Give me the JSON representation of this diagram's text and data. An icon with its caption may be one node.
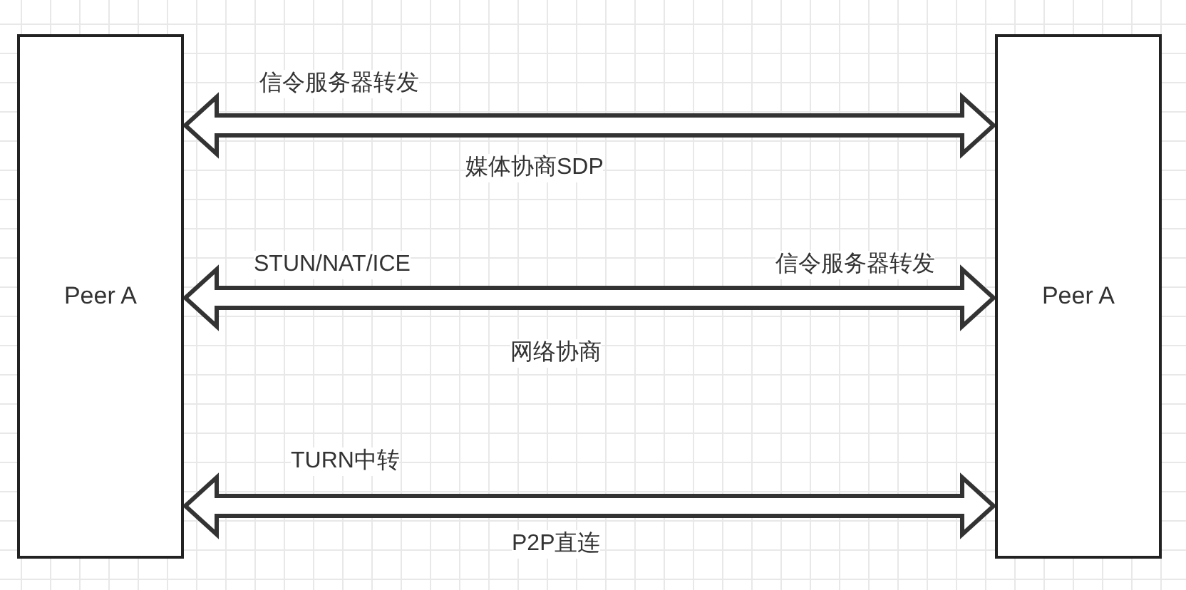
{
  "diagram": {
    "nodes": [
      {
        "text": [
          "Peer A"
        ]
      },
      {
        "text": [
          "Peer A"
        ]
      }
    ],
    "edges": [
      {
        "from": 0,
        "to": 1,
        "arrow": "both",
        "label": "媒体协商SDP"
      },
      {
        "from": 0,
        "to": 1,
        "arrow": "both",
        "label": "网络协商"
      },
      {
        "from": 0,
        "to": 1,
        "arrow": "both",
        "label": "P2P直连"
      }
    ],
    "labels": [
      "信令服务器转发",
      "STUN/NAT/ICE",
      "信令服务器转发",
      "TURN中转"
    ]
  }
}
